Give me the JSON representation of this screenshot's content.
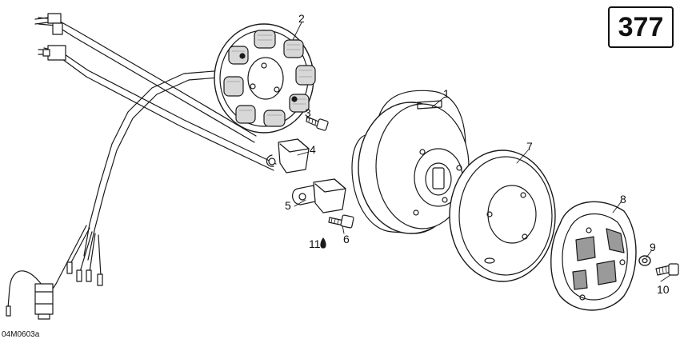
{
  "page_number": "377",
  "reference_code": "04M0603a",
  "callouts": {
    "c1": "1",
    "c2": "2",
    "c3": "3",
    "c4": "4",
    "c5": "5",
    "c6": "6",
    "c7": "7",
    "c8": "8",
    "c9": "9",
    "c10": "10",
    "c11": "11"
  },
  "colors": {
    "line": "#1a1a1a",
    "shade": "#9a9a9a",
    "light": "#d8d8d8"
  }
}
